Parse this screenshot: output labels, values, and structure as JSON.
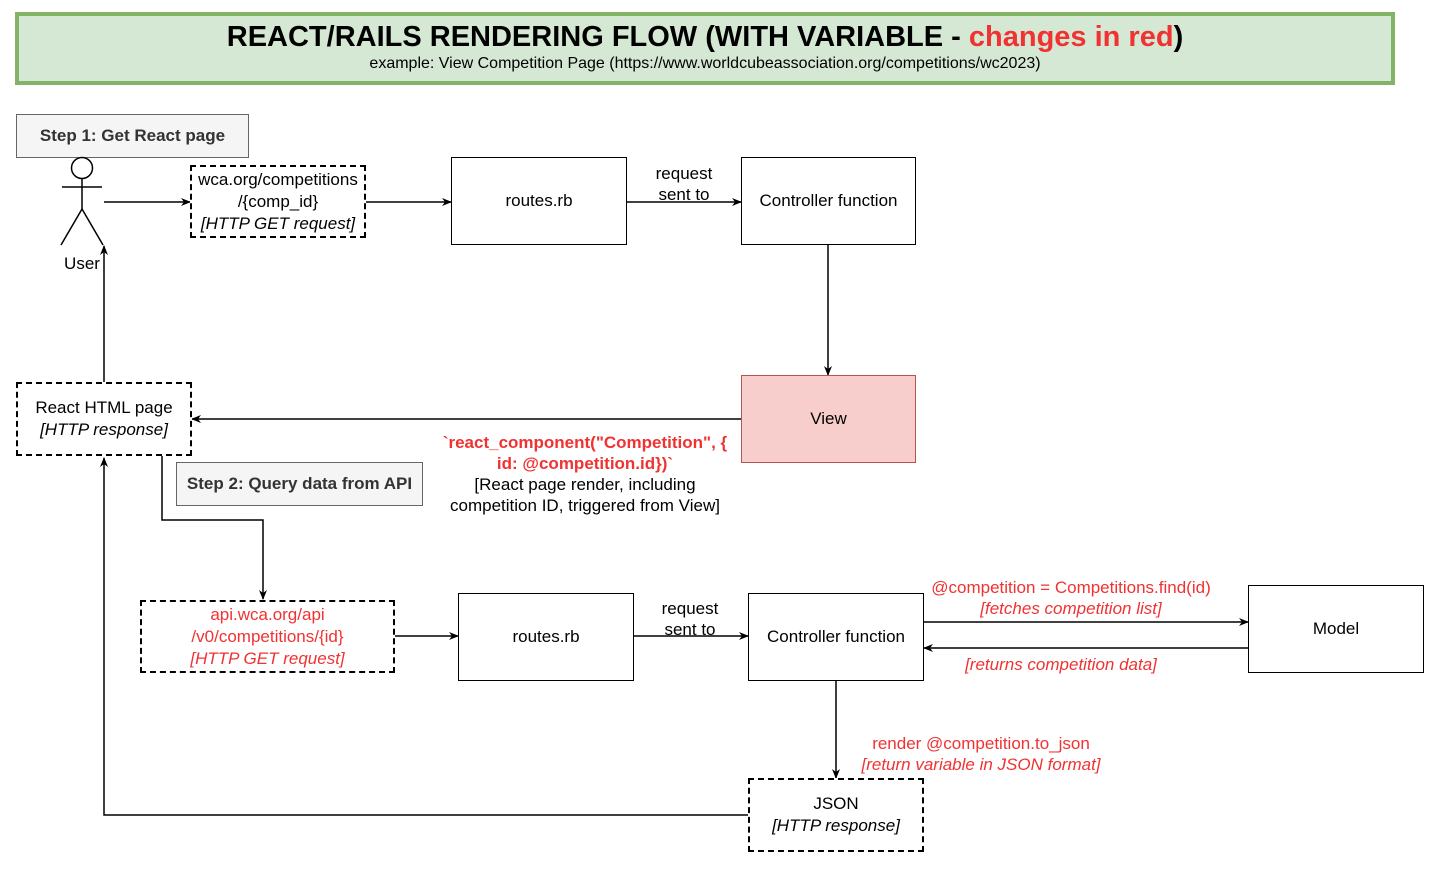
{
  "title": {
    "main": "REACT/RAILS RENDERING FLOW (WITH VARIABLE - ",
    "main_red": "changes in red",
    "main_end": ")",
    "subtitle": "example: View Competition Page (https://www.worldcubeassociation.org/competitions/wc2023)"
  },
  "step1": {
    "label": "Step 1: Get React page"
  },
  "step2": {
    "label": "Step 2: Query data from API"
  },
  "user": {
    "label": "User"
  },
  "request1": {
    "line1": "wca.org/competitions",
    "line2": "/{comp_id}",
    "line3": "[HTTP GET request]"
  },
  "routes1": {
    "label": "routes.rb"
  },
  "request_sent_1": {
    "line1": "request",
    "line2": "sent to"
  },
  "controller1": {
    "label": "Controller function"
  },
  "view": {
    "label": "View"
  },
  "react_html": {
    "line1": "React HTML page",
    "line2": "[HTTP response]"
  },
  "react_render": {
    "code_line1": "`react_component(\"Competition\", {",
    "code_line2": "id: @competition.id})`",
    "desc_line1": "[React page render, including",
    "desc_line2": "competition ID, triggered from View]"
  },
  "api_request": {
    "line1": "api.wca.org/api",
    "line2": "/v0/competitions/{id}",
    "line3": "[HTTP GET request]"
  },
  "routes2": {
    "label": "routes.rb"
  },
  "request_sent_2": {
    "line1": "request",
    "line2": "sent to"
  },
  "controller2": {
    "label": "Controller function"
  },
  "model": {
    "label": "Model"
  },
  "fetch_label": {
    "line1": "@competition = Competitions.find(id)",
    "line2": "[fetches competition list]"
  },
  "return_label": {
    "line1": "[returns competition data]"
  },
  "render_json_label": {
    "line1": "render @competition.to_json",
    "line2": "[return variable in JSON format]"
  },
  "json_box": {
    "line1": "JSON",
    "line2": "[HTTP response]"
  },
  "colors": {
    "accent_red": "#f03232",
    "title_bg": "#d5e8d4",
    "title_border": "#82b366",
    "view_fill": "#f8cecc",
    "view_border": "#b85450"
  }
}
